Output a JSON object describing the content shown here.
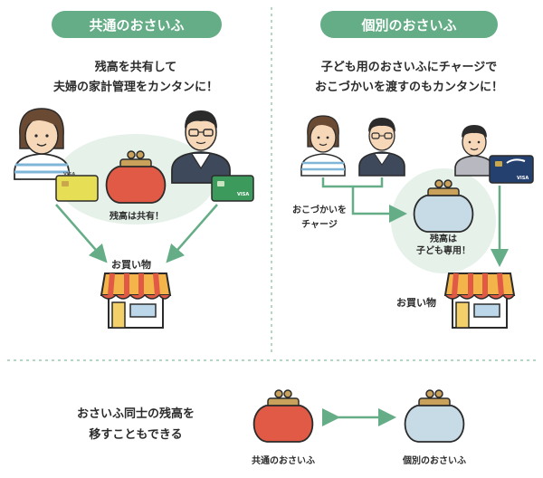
{
  "left_panel": {
    "title": "共通のおさいふ",
    "desc_line1": "残高を共有して",
    "desc_line2": "夫婦の家計管理をカンタンに！",
    "balance_label": "残高は共有！",
    "shop_label": "お買い物"
  },
  "right_panel": {
    "title": "個別のおさいふ",
    "desc_line1": "子ども用のおさいふにチャージで",
    "desc_line2": "おこづかいを渡すのもカンタンに！",
    "charge_line1": "おこづかいを",
    "charge_line2": "チャージ",
    "balance_line1": "残高は",
    "balance_line2": "子ども専用！",
    "shop_label": "お買い物"
  },
  "bottom": {
    "desc_line1": "おさいふ同士の残高を",
    "desc_line2": "移すこともできる",
    "shared_wallet_label": "共通のおさいふ",
    "individual_wallet_label": "個別のおさいふ"
  },
  "card_brand": "VISA",
  "colors": {
    "green": "#64ad86",
    "green_light": "#e6f1ea",
    "red_wallet": "#e05a45",
    "blue_wallet": "#c7dbe6",
    "yellow_card": "#e6df55",
    "green_card": "#3c9a5c",
    "navy_card": "#24406e"
  }
}
